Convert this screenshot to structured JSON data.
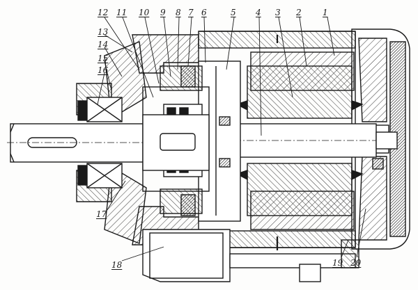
{
  "labels": {
    "p1": "1",
    "p2": "2",
    "p3": "3",
    "p4": "4",
    "p5": "5",
    "p6": "6",
    "p7": "7",
    "p8": "8",
    "p9": "9",
    "p10": "10",
    "p11": "11",
    "p12": "12",
    "p13": "13",
    "p14": "14",
    "p15": "15",
    "p16": "16",
    "p17": "17",
    "p18": "18",
    "p19": "19",
    "p20": "20"
  }
}
